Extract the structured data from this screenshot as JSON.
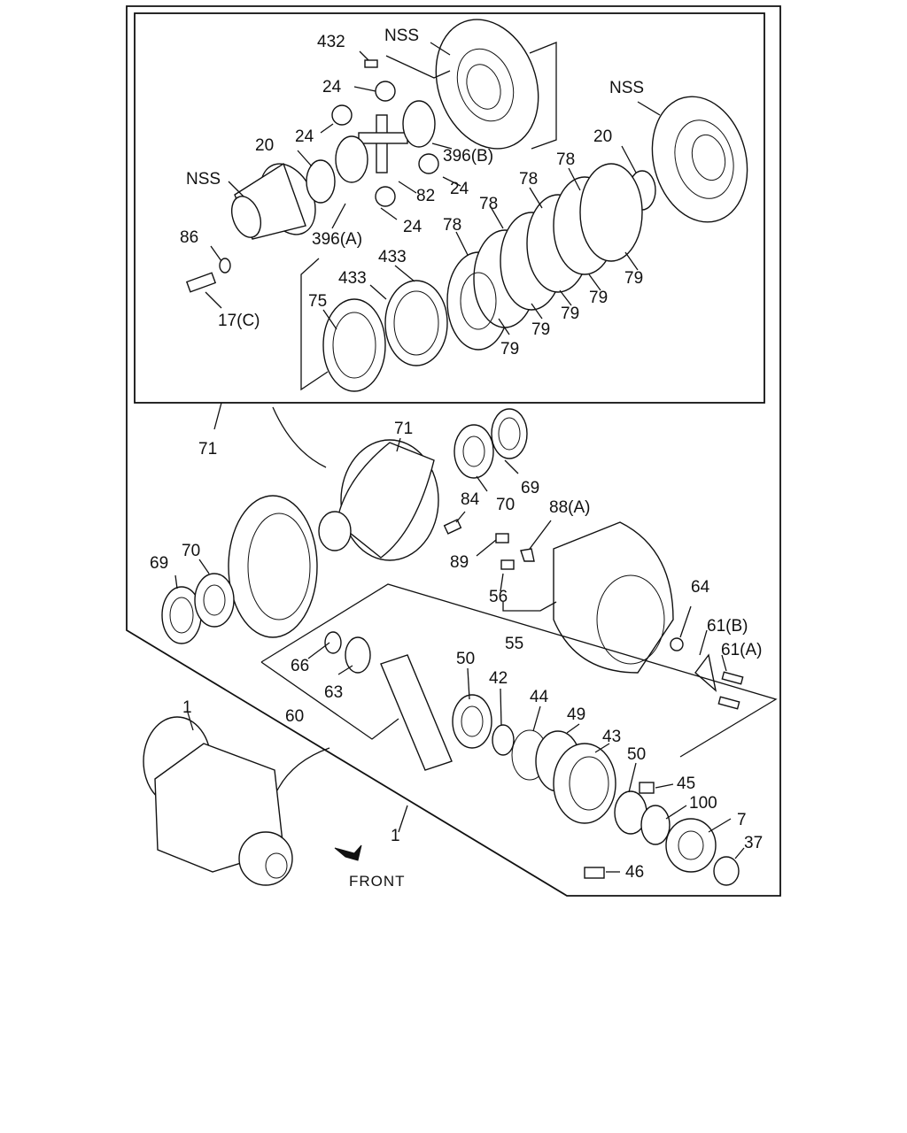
{
  "labels": {
    "l432": "432",
    "l_nss_top": "NSS",
    "l_nss_right": "NSS",
    "l_nss_left": "NSS",
    "l24a": "24",
    "l24b": "24",
    "l24c": "24",
    "l24d": "24",
    "l20a": "20",
    "l20b": "20",
    "l396b": "396(B)",
    "l396a": "396(A)",
    "l82": "82",
    "l86": "86",
    "l17c": "17(C)",
    "l433a": "433",
    "l433b": "433",
    "l75": "75",
    "l78a": "78",
    "l78b": "78",
    "l78c": "78",
    "l78d": "78",
    "l79a": "79",
    "l79b": "79",
    "l79c": "79",
    "l79d": "79",
    "l79e": "79",
    "l71a": "71",
    "l71b": "71",
    "l69a": "69",
    "l69b": "69",
    "l70a": "70",
    "l70b": "70",
    "l84": "84",
    "l88a": "88(A)",
    "l89": "89",
    "l56": "56",
    "l55": "55",
    "l64": "64",
    "l61b": "61(B)",
    "l61a": "61(A)",
    "l66": "66",
    "l63": "63",
    "l60": "60",
    "l50a": "50",
    "l50b": "50",
    "l42": "42",
    "l44": "44",
    "l49": "49",
    "l43": "43",
    "l45": "45",
    "l100": "100",
    "l7": "7",
    "l37": "37",
    "l46": "46",
    "l1a": "1",
    "l1b": "1",
    "front": "FRONT"
  }
}
